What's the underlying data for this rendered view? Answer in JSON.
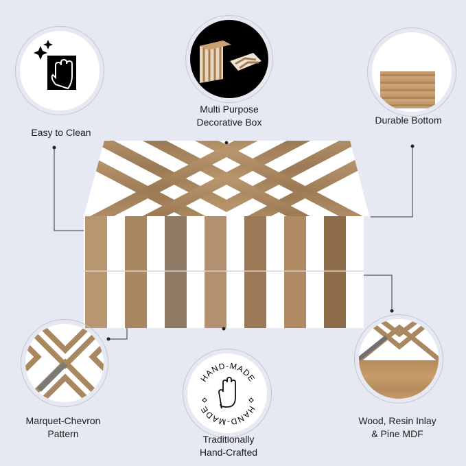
{
  "features": [
    {
      "label": "Easy to Clean",
      "icon": "wipe-hand-icon"
    },
    {
      "label_lines": [
        "Multi Purpose",
        "Decorative Box"
      ],
      "icon": "open-box-photo"
    },
    {
      "label": "Durable Bottom",
      "icon": "wood-bottom-photo"
    },
    {
      "label_lines": [
        "Marquet-Chevron",
        "Pattern"
      ],
      "icon": "chevron-pattern-photo"
    },
    {
      "label_lines": [
        "Traditionally",
        "Hand-Crafted"
      ],
      "icon": "handmade-stamp-icon",
      "stamp_text": "HAND-MADE"
    },
    {
      "label_lines": [
        "Wood, Resin Inlay",
        "& Pine MDF"
      ],
      "icon": "materials-photo"
    }
  ],
  "colors": {
    "background": "#e7e9f2",
    "wood": "#a8855f",
    "inlay": "#ffffff"
  }
}
